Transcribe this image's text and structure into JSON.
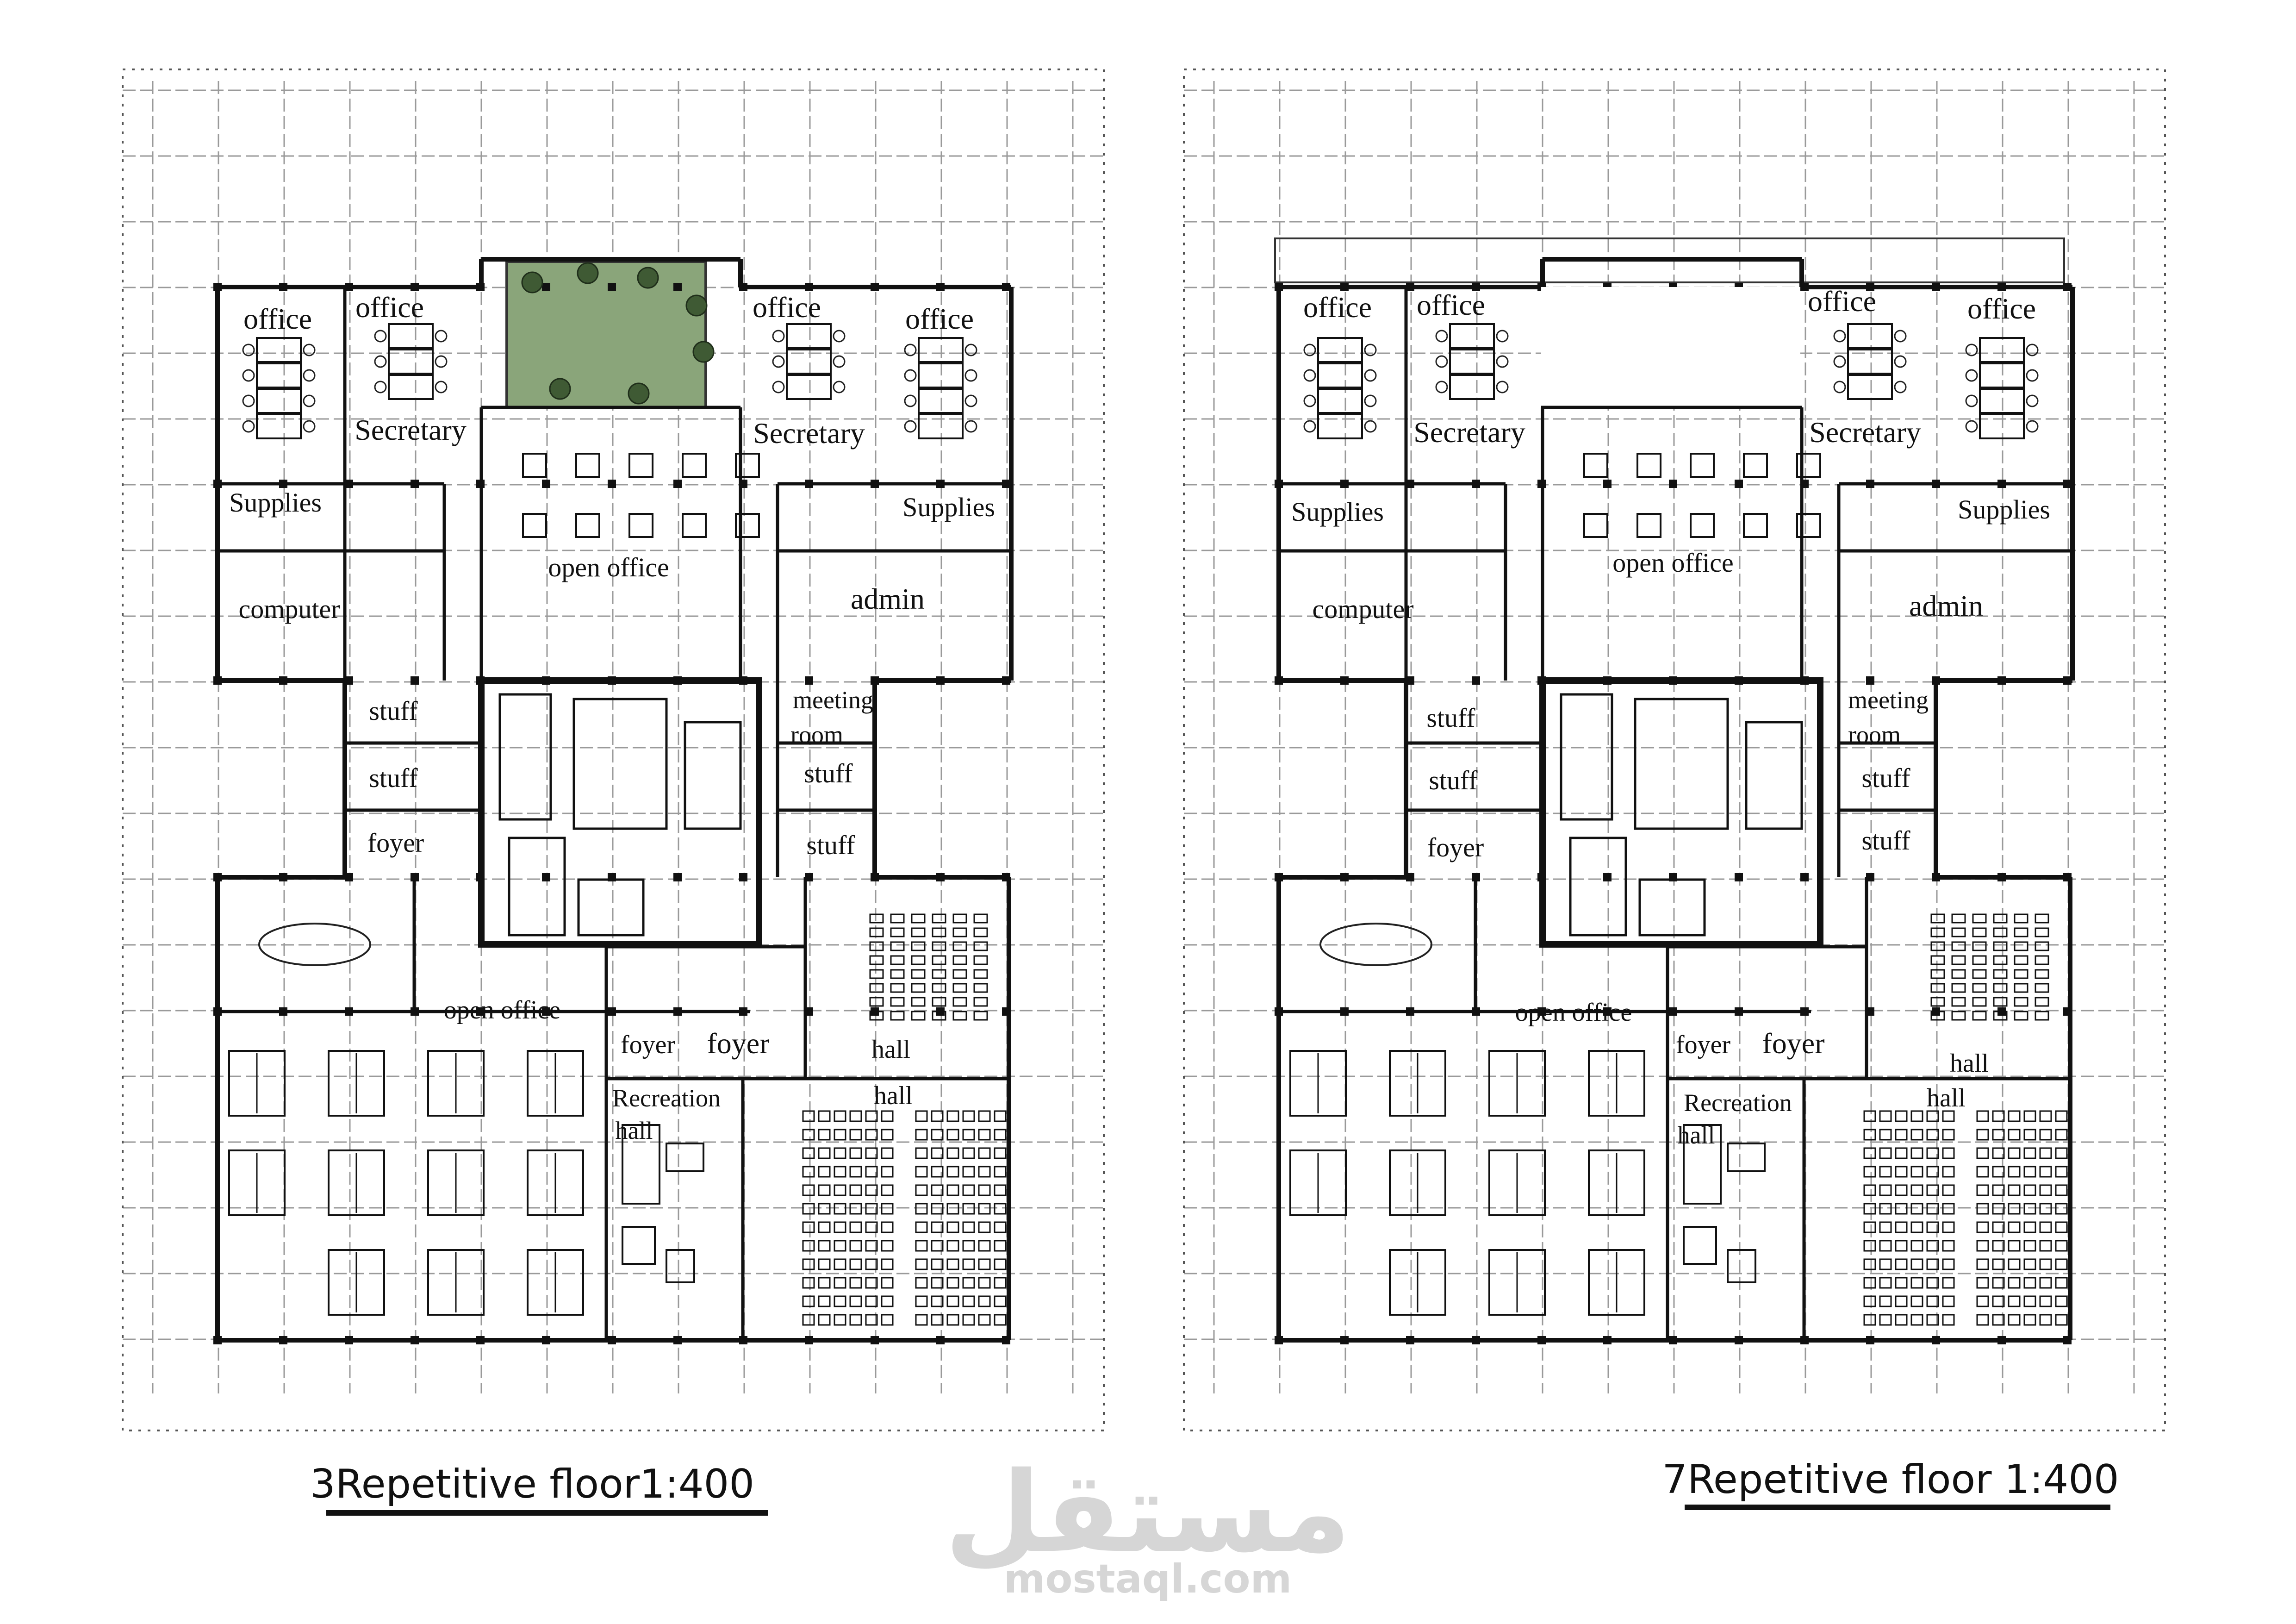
{
  "plans": [
    {
      "id": "plan-left",
      "caption": "3Repetitive floor1:400",
      "rooms": [
        {
          "key": "office-1",
          "label": "office"
        },
        {
          "key": "office-2",
          "label": "office"
        },
        {
          "key": "office-3",
          "label": "office"
        },
        {
          "key": "office-4",
          "label": "office"
        },
        {
          "key": "secretary-1",
          "label": "Secretary"
        },
        {
          "key": "secretary-2",
          "label": "Secretary"
        },
        {
          "key": "supplies-1",
          "label": "Supplies"
        },
        {
          "key": "supplies-2",
          "label": "Supplies"
        },
        {
          "key": "computer",
          "label": "computer"
        },
        {
          "key": "open-office-1",
          "label": "open office"
        },
        {
          "key": "admin",
          "label": "admin"
        },
        {
          "key": "stuff-1",
          "label": "stuff"
        },
        {
          "key": "stuff-2",
          "label": "stuff"
        },
        {
          "key": "meeting-1",
          "label": "meeting"
        },
        {
          "key": "meeting-2",
          "label": "room"
        },
        {
          "key": "stuff-3",
          "label": "stuff"
        },
        {
          "key": "foyer-1",
          "label": "foyer"
        },
        {
          "key": "stuff-4",
          "label": "stuff"
        },
        {
          "key": "open-office-2",
          "label": "open office"
        },
        {
          "key": "foyer-2",
          "label": "foyer"
        },
        {
          "key": "foyer-3",
          "label": "foyer"
        },
        {
          "key": "hall-1",
          "label": "hall"
        },
        {
          "key": "recreation-1",
          "label": "Recreation"
        },
        {
          "key": "recreation-2",
          "label": "hall"
        },
        {
          "key": "hall-2",
          "label": "hall"
        }
      ]
    },
    {
      "id": "plan-right",
      "caption": "7Repetitive floor 1:400",
      "rooms": [
        {
          "key": "office-1",
          "label": "office"
        },
        {
          "key": "office-2",
          "label": "office"
        },
        {
          "key": "office-3",
          "label": "office"
        },
        {
          "key": "office-4",
          "label": "office"
        },
        {
          "key": "secretary-1",
          "label": "Secretary"
        },
        {
          "key": "secretary-2",
          "label": "Secretary"
        },
        {
          "key": "supplies-1",
          "label": "Supplies"
        },
        {
          "key": "supplies-2",
          "label": "Supplies"
        },
        {
          "key": "computer",
          "label": "computer"
        },
        {
          "key": "open-office-1",
          "label": "open office"
        },
        {
          "key": "admin",
          "label": "admin"
        },
        {
          "key": "stuff-1",
          "label": "stuff"
        },
        {
          "key": "meeting-1",
          "label": "meeting"
        },
        {
          "key": "meeting-2",
          "label": "room"
        },
        {
          "key": "stuff-2",
          "label": "stuff"
        },
        {
          "key": "stuff-3",
          "label": "stuff"
        },
        {
          "key": "foyer-1",
          "label": "foyer"
        },
        {
          "key": "stuff-4",
          "label": "stuff"
        },
        {
          "key": "open-office-2",
          "label": "open office"
        },
        {
          "key": "foyer-2",
          "label": "foyer"
        },
        {
          "key": "foyer-3",
          "label": "foyer"
        },
        {
          "key": "hall-1",
          "label": "hall"
        },
        {
          "key": "hall-2",
          "label": "hall"
        },
        {
          "key": "recreation-1",
          "label": "Recreation"
        },
        {
          "key": "recreation-2",
          "label": "hall"
        }
      ]
    }
  ],
  "watermark": {
    "arabic": "مستقل",
    "url": "mostaql.com"
  },
  "colors": {
    "wall": "#111111",
    "grid": "#9a9a9a",
    "courtyard": "#8aa57a",
    "watermark": "#d6d6d6"
  }
}
